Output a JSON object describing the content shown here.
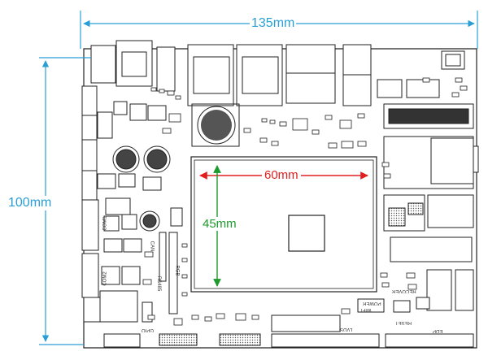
{
  "dimensions": {
    "board_width": "135mm",
    "board_height": "100mm",
    "module_width": "60mm",
    "module_height": "45mm"
  },
  "silkscreen": {
    "rgb": "RGB",
    "can": "CAN",
    "rs485": "RS485",
    "recover": "RECOVER",
    "power": "POWER",
    "wifi": "WIFI",
    "reset": "RESET",
    "edp": "EDP",
    "lvds": "LVDS",
    "com1": "COM1",
    "com2": "COM2",
    "gpio": "GPIO"
  },
  "colors": {
    "board_dimension": "#2a9fd6",
    "module_width": "#e02020",
    "module_height": "#1e9a2e",
    "drawing_line": "#222222"
  }
}
